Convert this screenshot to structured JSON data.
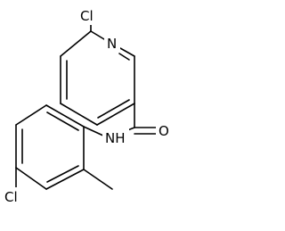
{
  "molecule": {
    "atoms": {
      "n_ring": "N",
      "cl_pyridine": "Cl",
      "o_carbonyl": "O",
      "nh_amide": "NH",
      "cl_phenyl": "Cl"
    }
  },
  "colors": {
    "bond": "#000000",
    "label": "#000000",
    "background": "#ffffff"
  }
}
